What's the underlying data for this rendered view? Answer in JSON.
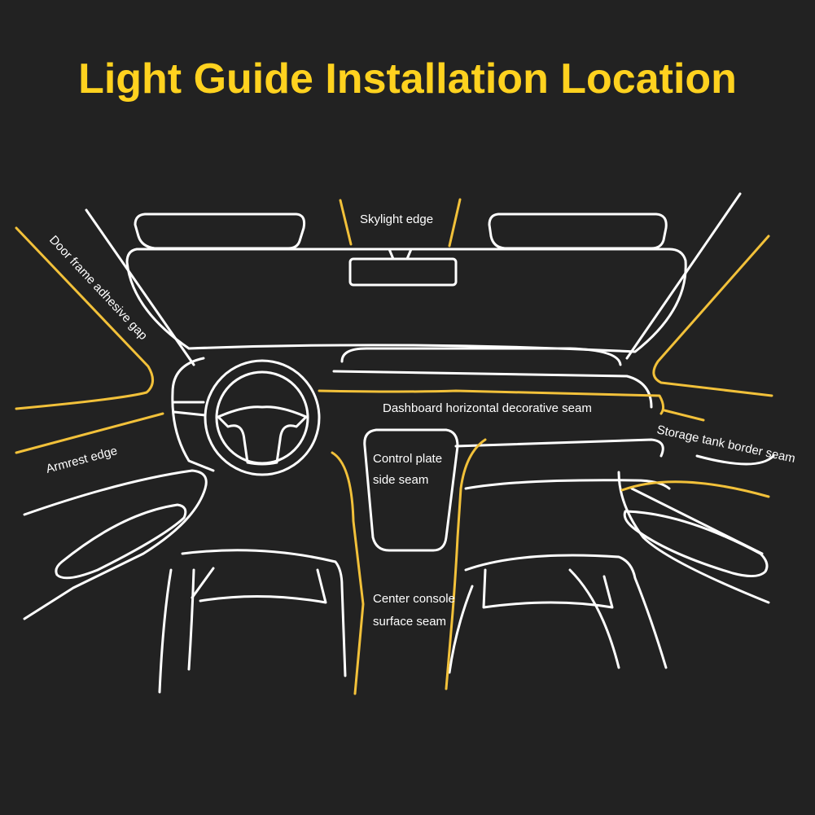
{
  "title": "Light Guide Installation Location",
  "colors": {
    "background": "#222222",
    "title": "#FFD21F",
    "outline": "#FFFFFF",
    "light_guide": "#F2C13A",
    "label_text": "#FFFFFF"
  },
  "labels": {
    "skylight_edge": "Skylight edge",
    "door_frame": "Door frame adhesive gap",
    "dashboard_seam": "Dashboard horizontal decorative seam",
    "storage_tank": "Storage tank border seam",
    "armrest_edge": "Armrest edge",
    "control_plate_line1": "Control plate",
    "control_plate_line2": "side seam",
    "center_console_line1": "Center console",
    "center_console_line2": "surface seam"
  }
}
